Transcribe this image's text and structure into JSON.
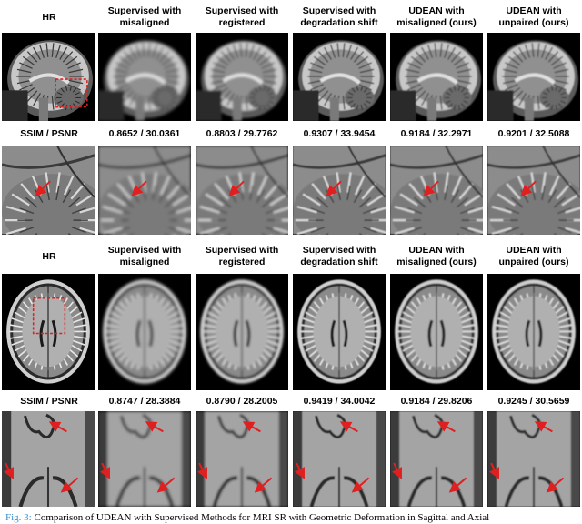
{
  "sagittal": {
    "headers": [
      "HR",
      "Supervised with\nmisaligned",
      "Supervised with\nregistered",
      "Supervised with\ndegradation shift",
      "UDEAN with\nmisaligned (ours)",
      "UDEAN with\nunpaired (ours)"
    ],
    "metrics": [
      "SSIM / PSNR",
      "0.8652 / 30.0361",
      "0.8803 / 29.7762",
      "0.9307 / 33.9454",
      "0.9184 / 32.2971",
      "0.9201 / 32.5088"
    ]
  },
  "axial": {
    "headers": [
      "HR",
      "Supervised with\nmisaligned",
      "Supervised with\nregistered",
      "Supervised with\ndegradation shift",
      "UDEAN with\nmisaligned (ours)",
      "UDEAN with\nunpaired (ours)"
    ],
    "metrics": [
      "SSIM / PSNR",
      "0.8747 / 28.3884",
      "0.8790 / 28.2005",
      "0.9419 / 34.0042",
      "0.9184 / 29.8206",
      "0.9245 / 30.5659"
    ]
  },
  "caption": {
    "label": "Fig. 3:",
    "text": "Comparison of UDEAN with Supervised Methods for MRI SR with Geometric Deformation in Sagittal and Axial"
  },
  "colors": {
    "marker": "#e02020",
    "caption_label": "#3a8fd0"
  }
}
